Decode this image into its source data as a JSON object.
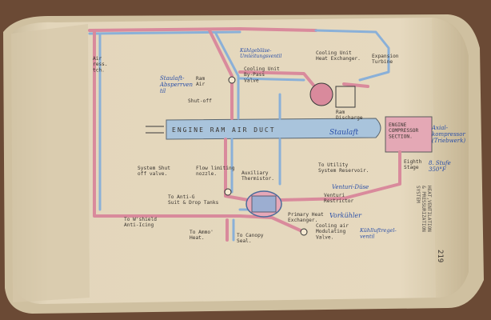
{
  "labels": {
    "ram_air": "Ram\nAir",
    "shutoff": "Shut-off",
    "cool_bypass": "Cooling Unit\nBy-Pass\nValve",
    "cool_hx": "Cooling Unit\nHeat Exchanger.",
    "exp_turbine": "Expansion\nTurbine",
    "ram_discharge": "Ram\nDischarge",
    "duct": "ENGINE RAM AIR DUCT",
    "compressor": "ENGINE\nCOMPRESSOR\nSECTION.",
    "eighth_stage": "Eighth\nStage",
    "sys_shutoff": "System Shut\noff valve.",
    "flow_nozzle": "Flow limiting\nnozzle.",
    "aux_thermistor": "Auxiliary\nThermistor.",
    "to_utility": "To Utility\nSystem Reservoir.",
    "venturi": "Venturi\nRestrictor",
    "to_antig": "To Anti-G\nSuit & Drop Tanks",
    "to_wshield": "To W'shield\nAnti-Icing",
    "to_ammo": "To Ammo'\nHeat.",
    "to_canopy": "To Canopy\nSeal.",
    "primary_hx": "Primary Heat\nExchanger.",
    "cool_air_mod": "Cooling air\nModulating\nValve.",
    "left_air": "Air\nress.\ntch.",
    "side_caption": "HEAT,VENTILATION\n& PRESSURIZATION\nSYSTEM",
    "page_no": "219"
  },
  "handwritten": {
    "staulaft_absperr": "Staulaft-\nAbsperrven\ntil",
    "kuehl_umleit": "Kühlgebläse-\nUmleitungsventil",
    "staulaft": "Staulaft",
    "axial": "Axial-\nkompressor\n(Triebwerk)",
    "stufe": "8. Stufe\n350°F",
    "venturi_duese": "Venturi-Düse",
    "vorkuehler": "Vorkühler",
    "kuehlregel": "Kühlluftregel-\nventil"
  },
  "colors": {
    "hot": "#d98a9c",
    "cold": "#8ab0d8",
    "paper": "#e2d4b8",
    "ink": "#3a3530",
    "pen": "#2a4fa8"
  }
}
